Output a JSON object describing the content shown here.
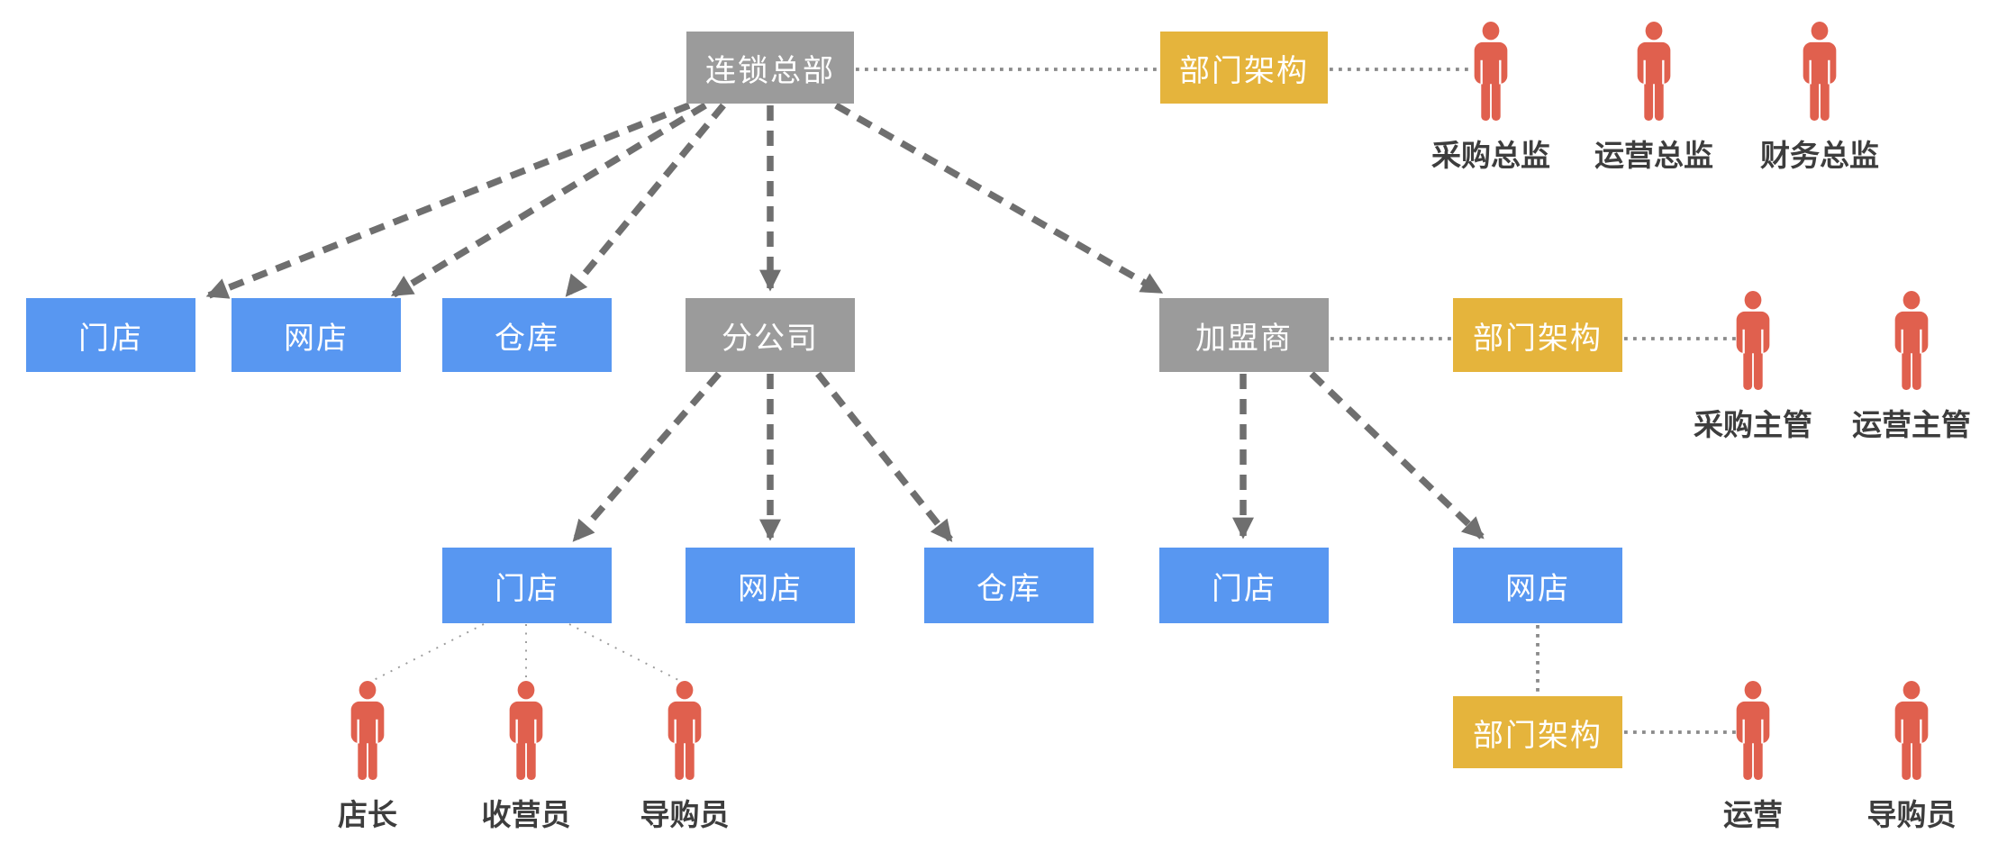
{
  "page": {
    "background": "#ffffff"
  },
  "palette": {
    "node_gray": "#9B9B9B",
    "node_blue": "#5897F1",
    "node_yellow": "#E5B43C",
    "person_red": "#E0604E",
    "box_text": "#ffffff",
    "label_text": "#3D3D3D",
    "dashed_arrow": "#6F6F6F",
    "dotted_line": "#8A8A8A",
    "fine_dotted_line": "#9B9B9B"
  },
  "diagram": {
    "boxes": [
      {
        "id": "hq",
        "label": "连锁总部",
        "role": "gray"
      },
      {
        "id": "dept-top",
        "label": "部门架构",
        "role": "yellow"
      },
      {
        "id": "store-hq",
        "label": "门店",
        "role": "blue"
      },
      {
        "id": "web-hq",
        "label": "网店",
        "role": "blue"
      },
      {
        "id": "wh-hq",
        "label": "仓库",
        "role": "blue"
      },
      {
        "id": "branch",
        "label": "分公司",
        "role": "gray"
      },
      {
        "id": "franchise",
        "label": "加盟商",
        "role": "gray"
      },
      {
        "id": "dept-mid",
        "label": "部门架构",
        "role": "yellow"
      },
      {
        "id": "store-branch",
        "label": "门店",
        "role": "blue"
      },
      {
        "id": "web-branch",
        "label": "网店",
        "role": "blue"
      },
      {
        "id": "wh-branch",
        "label": "仓库",
        "role": "blue"
      },
      {
        "id": "store-fr",
        "label": "门店",
        "role": "blue"
      },
      {
        "id": "web-fr",
        "label": "网店",
        "role": "blue"
      },
      {
        "id": "dept-bottom",
        "label": "部门架构",
        "role": "yellow"
      }
    ],
    "persons": [
      {
        "id": "purchase-director",
        "label": "采购总监"
      },
      {
        "id": "operation-director",
        "label": "运营总监"
      },
      {
        "id": "finance-director",
        "label": "财务总监"
      },
      {
        "id": "purchase-supervisor",
        "label": "采购主管"
      },
      {
        "id": "operation-supervisor",
        "label": "运营主管"
      },
      {
        "id": "store-manager",
        "label": "店长"
      },
      {
        "id": "cashier",
        "label": "收营员"
      },
      {
        "id": "shopping-guide-1",
        "label": "导购员"
      },
      {
        "id": "operation",
        "label": "运营"
      },
      {
        "id": "shopping-guide-2",
        "label": "导购员"
      }
    ]
  }
}
